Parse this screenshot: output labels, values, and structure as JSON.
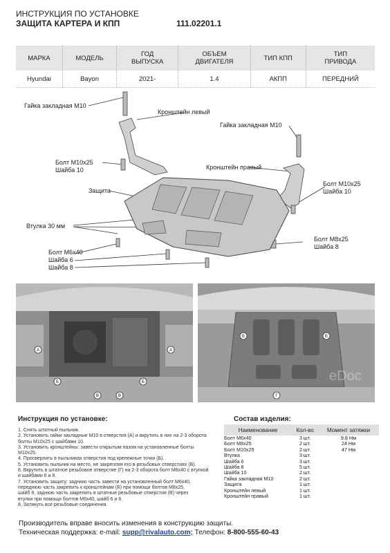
{
  "header": {
    "title_line1": "ИНСТРУКЦИЯ ПО УСТАНОВКЕ",
    "title_line2": "ЗАЩИТА КАРТЕРА И КПП",
    "part_number": "111.02201.1"
  },
  "spec_table": {
    "headers": [
      {
        "l1": "МАРКА",
        "l2": ""
      },
      {
        "l1": "МОДЕЛЬ",
        "l2": ""
      },
      {
        "l1": "ГОД",
        "l2": "ВЫПУСКА"
      },
      {
        "l1": "ОБЪЕМ",
        "l2": "ДВИГАТЕЛЯ"
      },
      {
        "l1": "ТИП КПП",
        "l2": ""
      },
      {
        "l1": "ТИП",
        "l2": "ПРИВОДА"
      }
    ],
    "row": [
      "Hyundai",
      "Bayon",
      "2021-",
      "1.4",
      "АКПП",
      "ПЕРЕДНИЙ"
    ]
  },
  "diagram_labels": {
    "nut_left": "Гайка закладная М10",
    "bracket_left": "Кронштейн левый",
    "nut_right": "Гайка закладная М10",
    "bolt_m10_left": "Болт М10х25",
    "washer10_left": "Шайба 10",
    "bracket_right": "Кронштейн правый",
    "bolt_m10_right": "Болт М10х25",
    "washer10_right": "Шайба 10",
    "guard": "Защита",
    "sleeve": "Втулка 30 мм",
    "bolt_m8": "Болт М8х25",
    "washer8_right": "Шайба 8",
    "bolt_m6": "Болт М6х40",
    "washer6": "Шайба 6",
    "washer8": "Шайба 8"
  },
  "photo_markers": {
    "left": [
      "А",
      "А",
      "Б",
      "Б",
      "В",
      "В"
    ],
    "right": [
      "Б",
      "Б",
      "Г"
    ]
  },
  "instructions": {
    "title": "Инструкция по установке:",
    "lines": [
      "1. Снять штатный пыльник.",
      "2. Установить гайки закладные М10 в отверстия (А) и вкрутить в них на 2-3 оборота",
      "болты М10х25 с шайбами 10.",
      "3. Установить кронштейны: завести открытым пазом на установленные болты",
      "М10х25.",
      "4. Просверлить в пыльниках отверстия под крепежные точки (Б).",
      "5. Установить пыльник на место, не закрепляя его в резьбовых отверстиях (В).",
      "6. Вкрутить в штатное резьбовое отверстие (Г) на 2-3 оборота болт М6х40 с втулкой",
      "и шайбами 6 и 8.",
      "7. Установить защиту: заднюю часть завести на установленный болт М6х40,",
      "переднюю часть закрепить к кронштейнам (Б) при помощи болтов М8х25,",
      "шайб 8, заднюю часть закрепить в штатные резьбовые отверстия (В) через",
      "втулки при помощи болтов М6х40, шайб 6 и 8.",
      "8. Затянуть все резьбовые соединения."
    ]
  },
  "parts": {
    "title": "Состав изделия:",
    "headers": [
      "Наименование",
      "Кол-во",
      "Момент затяжки"
    ],
    "rows": [
      [
        "Болт М6х40",
        "3 шт.",
        "9.8 Нм"
      ],
      [
        "Болт М8х25",
        "2 шт.",
        "24 Нм"
      ],
      [
        "Болт М10х25",
        "2 шт.",
        "47 Нм"
      ],
      [
        "Втулка",
        "3 шт.",
        ""
      ],
      [
        "Шайба 6",
        "3 шт.",
        ""
      ],
      [
        "Шайба 8",
        "5 шт.",
        ""
      ],
      [
        "Шайба 10",
        "2 шт.",
        ""
      ],
      [
        "Гайка закладная М10",
        "2 шт.",
        ""
      ],
      [
        "Защита",
        "1 шт.",
        ""
      ],
      [
        "Кронштейн левый",
        "1 шт.",
        ""
      ],
      [
        "Кронштейн правый",
        "1 шт.",
        ""
      ]
    ]
  },
  "footer": {
    "line1": "Производитель вправе вносить изменения в конструкцию защиты.",
    "support_label": "Техническая поддержка:  e-mail:",
    "email": "supp@rivalauto.com;",
    "phone_label": "Телефон:",
    "phone": "8-800-555-60-43"
  },
  "watermark": "eDoc"
}
